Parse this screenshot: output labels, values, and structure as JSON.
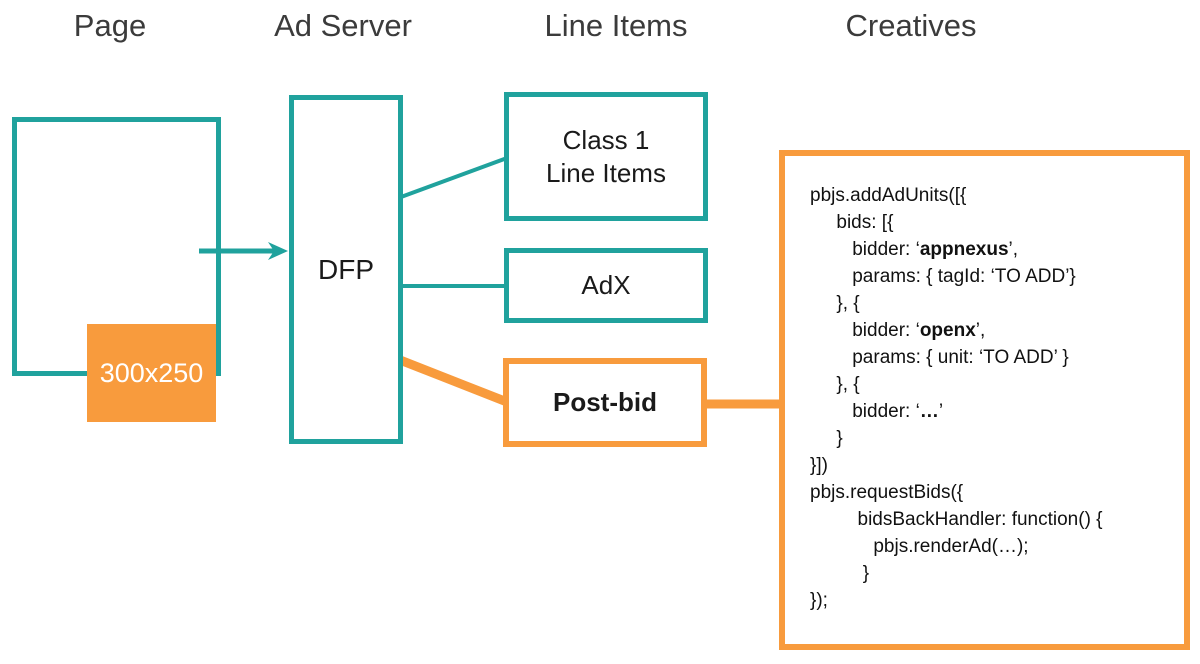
{
  "colors": {
    "teal": "#20A29D",
    "orange": "#F89B3D",
    "heading-text": "#3B3B3B",
    "box-text": "#1A1A1A",
    "code-text": "#111111"
  },
  "column_headings": [
    {
      "id": "page",
      "label": "Page"
    },
    {
      "id": "ad-server",
      "label": "Ad Server"
    },
    {
      "id": "line-items",
      "label": "Line Items"
    },
    {
      "id": "creatives",
      "label": "Creatives"
    }
  ],
  "page_column": {
    "ad_slot_label": "300x250"
  },
  "ad_server_column": {
    "dfp_label": "DFP"
  },
  "line_items_column": {
    "class1_label": "Class 1\nLine Items",
    "adx_label": "AdX",
    "postbid_label": "Post-bid"
  },
  "creatives_column": {
    "code_lines": [
      [
        {
          "t": "pbjs.addAdUnits([{",
          "b": false
        }
      ],
      [
        {
          "t": "     bids: [{",
          "b": false
        }
      ],
      [
        {
          "t": "        bidder: ‘",
          "b": false
        },
        {
          "t": "appnexus",
          "b": true
        },
        {
          "t": "’,",
          "b": false
        }
      ],
      [
        {
          "t": "        params: { tagId: ‘TO ADD’}",
          "b": false
        }
      ],
      [
        {
          "t": "     }, {",
          "b": false
        }
      ],
      [
        {
          "t": "        bidder: ‘",
          "b": false
        },
        {
          "t": "openx",
          "b": true
        },
        {
          "t": "’,",
          "b": false
        }
      ],
      [
        {
          "t": "        params: { unit: ‘TO ADD’ }",
          "b": false
        }
      ],
      [
        {
          "t": "     }, {",
          "b": false
        }
      ],
      [
        {
          "t": "        bidder: ‘",
          "b": false
        },
        {
          "t": "…",
          "b": true
        },
        {
          "t": "’",
          "b": false
        }
      ],
      [
        {
          "t": "     }",
          "b": false
        }
      ],
      [
        {
          "t": "}])",
          "b": false
        }
      ],
      [
        {
          "t": "pbjs.requestBids({",
          "b": false
        }
      ],
      [
        {
          "t": "         bidsBackHandler: function() {",
          "b": false
        }
      ],
      [
        {
          "t": "            pbjs.renderAd(…);",
          "b": false
        }
      ],
      [
        {
          "t": "          }",
          "b": false
        }
      ],
      [
        {
          "t": "});",
          "b": false
        }
      ]
    ]
  }
}
